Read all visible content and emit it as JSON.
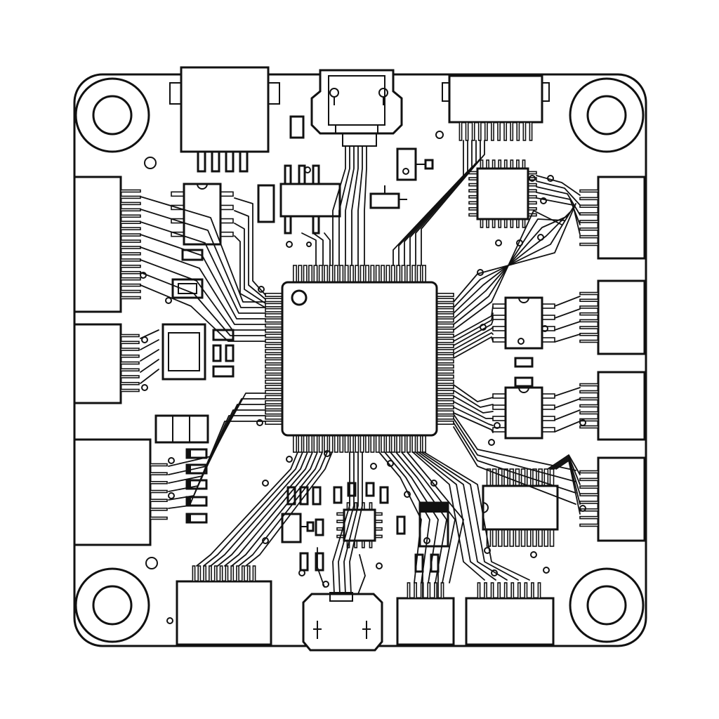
{
  "board": {
    "outline_color": "#111111",
    "background_color": "#ffffff"
  },
  "components": {
    "mcu": {
      "pins_per_side": 26
    },
    "smd_ics": [
      {
        "name": "top-left-soic",
        "pins_per_side": 4
      },
      {
        "name": "right-soic-upper",
        "pins_per_side": 4
      },
      {
        "name": "right-soic-lower",
        "pins_per_side": 4
      },
      {
        "name": "right-tssop",
        "pins_per_side": 12
      }
    ],
    "qfn_packages": [
      {
        "name": "top-right-qfn",
        "pins_per_side": 8
      },
      {
        "name": "bottom-center-qfn",
        "pins_per_side": 4
      }
    ],
    "connectors": {
      "left": [
        "left-connector-top",
        "left-connector-middle",
        "left-connector-bottom"
      ],
      "right": [
        "right-connector-1",
        "right-connector-2",
        "right-connector-3",
        "right-connector-4"
      ],
      "top": [
        "top-header-left",
        "usb-top",
        "top-fpc-connector"
      ],
      "bottom": [
        "bottom-connector-left",
        "usb-bottom",
        "bottom-connector-right-1",
        "bottom-connector-right-2"
      ]
    },
    "mounting_holes": 4
  }
}
